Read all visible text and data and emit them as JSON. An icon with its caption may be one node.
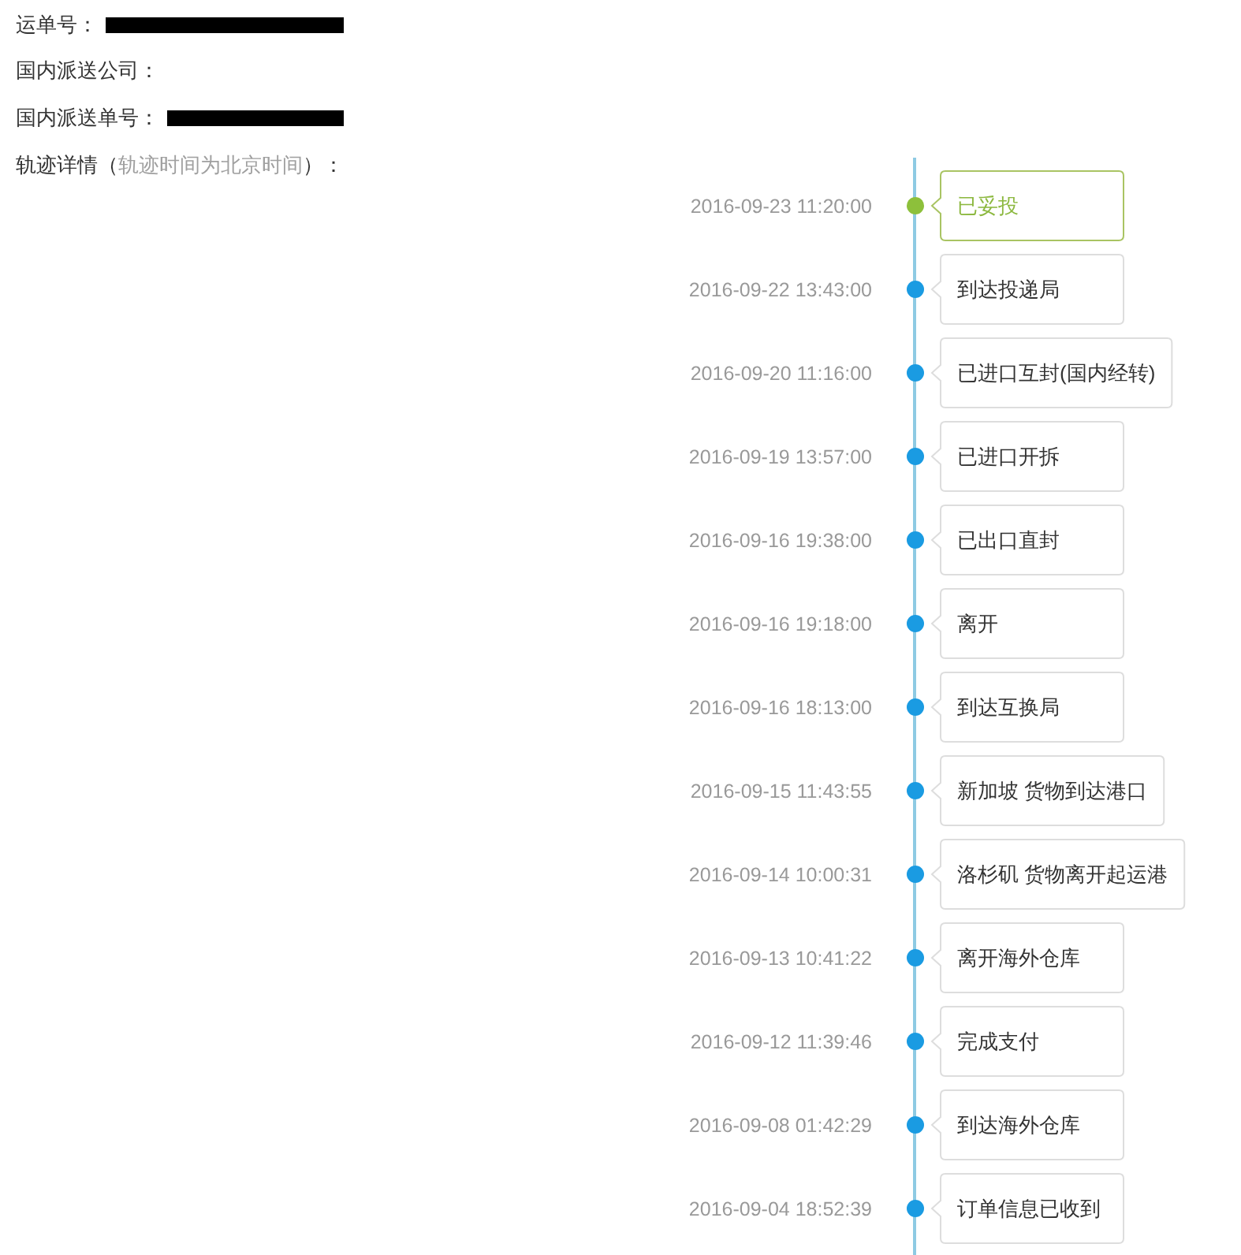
{
  "diagram": {
    "nodes": [
      {
        "text": [
          "已妥投"
        ],
        "beside": [
          "2016-09-23 11:20:00"
        ]
      },
      {
        "text": [
          "到达投递局"
        ],
        "beside": [
          "2016-09-22 13:43:00"
        ]
      },
      {
        "text": [
          "已进口互封(国内经转)"
        ],
        "beside": [
          "2016-09-20 11:16:00"
        ]
      },
      {
        "text": [
          "已进口开拆"
        ],
        "beside": [
          "2016-09-19 13:57:00"
        ]
      },
      {
        "text": [
          "已出口直封"
        ],
        "beside": [
          "2016-09-16 19:38:00"
        ]
      },
      {
        "text": [
          "离开"
        ],
        "beside": [
          "2016-09-16 19:18:00"
        ]
      },
      {
        "text": [
          "到达互换局"
        ],
        "beside": [
          "2016-09-16 18:13:00"
        ]
      },
      {
        "text": [
          "新加坡 货物到达港口"
        ],
        "beside": [
          "2016-09-15 11:43:55"
        ]
      },
      {
        "text": [
          "洛杉矶 货物离开起运港"
        ],
        "beside": [
          "2016-09-14 10:00:31"
        ]
      },
      {
        "text": [
          "离开海外仓库"
        ],
        "beside": [
          "2016-09-13 10:41:22"
        ]
      },
      {
        "text": [
          "完成支付"
        ],
        "beside": [
          "2016-09-12 11:39:46"
        ]
      },
      {
        "text": [
          "到达海外仓库"
        ],
        "beside": [
          "2016-09-08 01:42:29"
        ]
      },
      {
        "text": [
          "订单信息已收到"
        ],
        "beside": [
          "2016-09-04 18:52:39"
        ]
      }
    ],
    "labels": [
      "运单号：",
      "国内派送公司：",
      "国内派送单号：",
      "轨迹详情（",
      "轨迹时间为北京时间",
      "）："
    ]
  }
}
